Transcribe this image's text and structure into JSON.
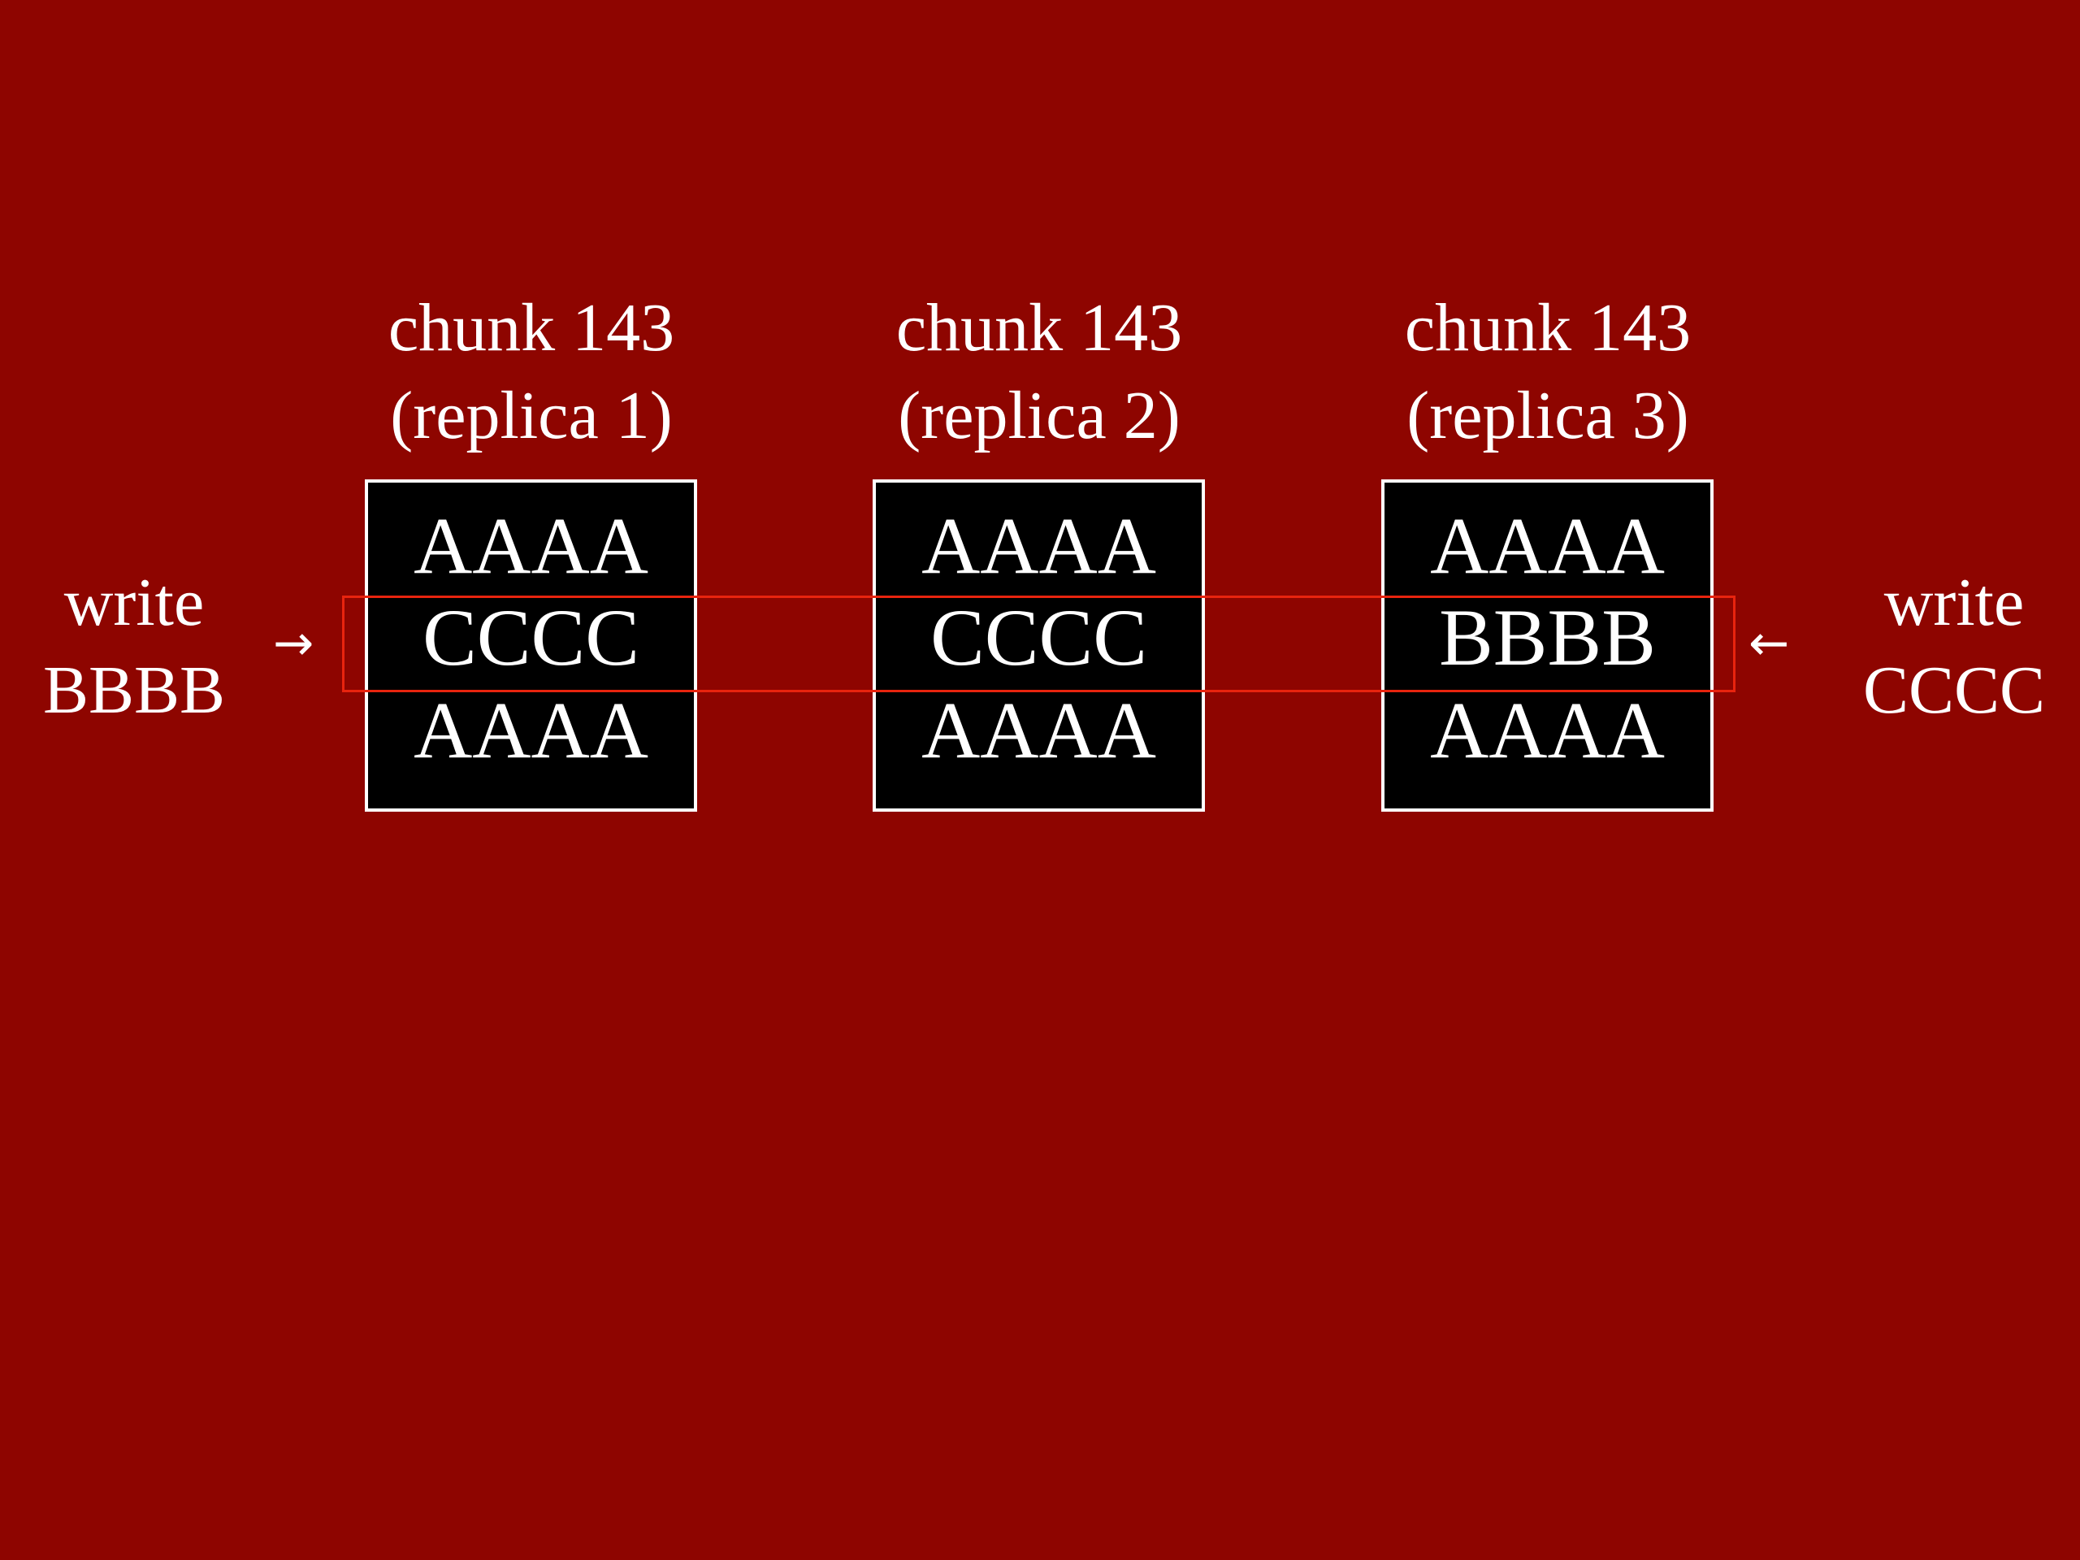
{
  "replicas": [
    {
      "title_line1": "chunk 143",
      "title_line2": "(replica 1)",
      "rows": [
        "AAAA",
        "CCCC",
        "AAAA"
      ]
    },
    {
      "title_line1": "chunk 143",
      "title_line2": "(replica 2)",
      "rows": [
        "AAAA",
        "CCCC",
        "AAAA"
      ]
    },
    {
      "title_line1": "chunk 143",
      "title_line2": "(replica 3)",
      "rows": [
        "AAAA",
        "BBBB",
        "AAAA"
      ]
    }
  ],
  "left_write": {
    "line1": "write",
    "line2": "BBBB"
  },
  "right_write": {
    "line1": "write",
    "line2": "CCCC"
  },
  "arrows": {
    "left": "→",
    "right": "←"
  },
  "colors": {
    "background": "#8e0500",
    "box_fill": "#000000",
    "box_border": "#ffffff",
    "highlight": "#e8240e",
    "text": "#ffffff"
  }
}
